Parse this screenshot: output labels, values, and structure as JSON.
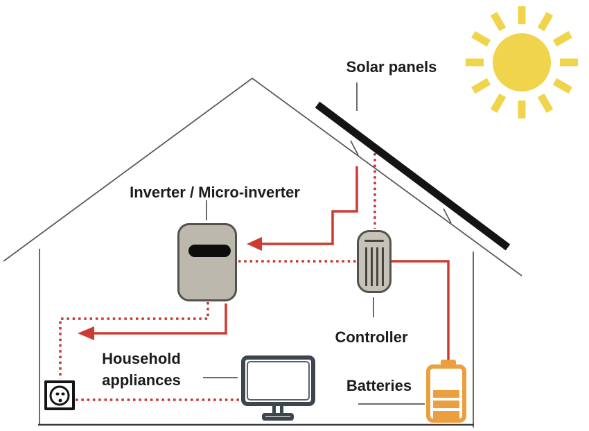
{
  "diagram": {
    "labels": {
      "solar_panels": "Solar panels",
      "inverter": "Inverter / Micro-inverter",
      "controller": "Controller",
      "household_appliances": "Household\nappliances",
      "batteries": "Batteries"
    },
    "colors": {
      "wire_red": "#cd3a31",
      "sun_yellow": "#f0d44c",
      "battery_orange": "#eb9f3e",
      "device_fill": "#bdb8ad",
      "device_border": "#53514b",
      "monitor_dark": "#3d464e",
      "panel_black": "#141414",
      "house_line_gray": "#5a5a5a",
      "label_line_gray": "#6b6b6b",
      "text": "#1c1c1c"
    },
    "icons": {
      "sun": "sun-icon",
      "solar_panel": "solar-panel-icon",
      "inverter": "inverter-icon",
      "controller": "controller-icon",
      "battery": "battery-icon",
      "monitor": "monitor-icon",
      "outlet": "outlet-icon",
      "house": "house-outline-icon"
    }
  }
}
